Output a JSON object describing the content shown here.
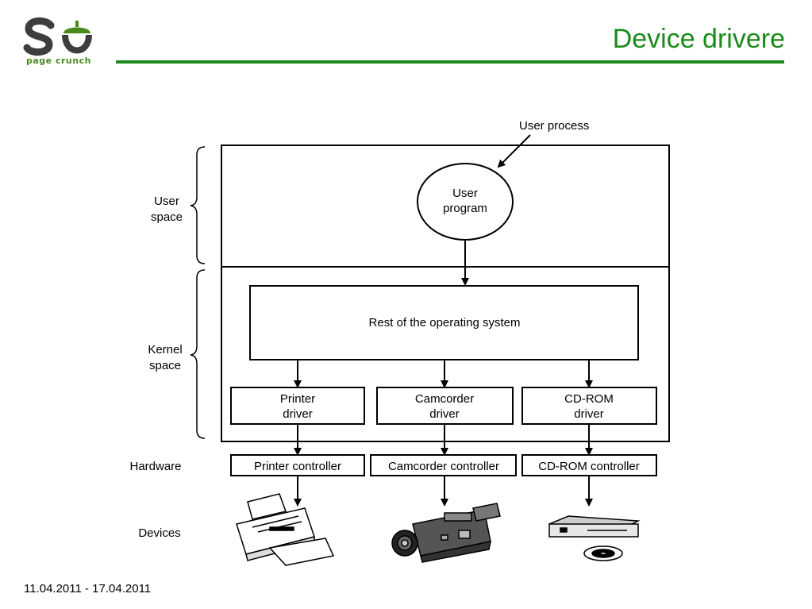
{
  "header": {
    "title": "Device drivere",
    "logo_tagline": "page crunch",
    "colors": {
      "accent": "#1a8a1a",
      "logo_dark": "#3d3d3d",
      "logo_green": "#4a8a1c"
    }
  },
  "footer": {
    "date_range": "11.04.2011 - 17.04.2011"
  },
  "diagram": {
    "user_process_label": "User process",
    "user_program": [
      "User",
      "program"
    ],
    "rest_of_os": "Rest of the operating system",
    "layers": {
      "user_space": [
        "User",
        "space"
      ],
      "kernel_space": [
        "Kernel",
        "space"
      ],
      "hardware": "Hardware",
      "devices": "Devices"
    },
    "drivers": [
      [
        "Printer",
        "driver"
      ],
      [
        "Camcorder",
        "driver"
      ],
      [
        "CD-ROM",
        "driver"
      ]
    ],
    "controllers": [
      "Printer controller",
      "Camcorder controller",
      "CD-ROM controller"
    ],
    "device_icons": [
      "printer-icon",
      "camcorder-icon",
      "cdrom-drive-icon"
    ]
  }
}
